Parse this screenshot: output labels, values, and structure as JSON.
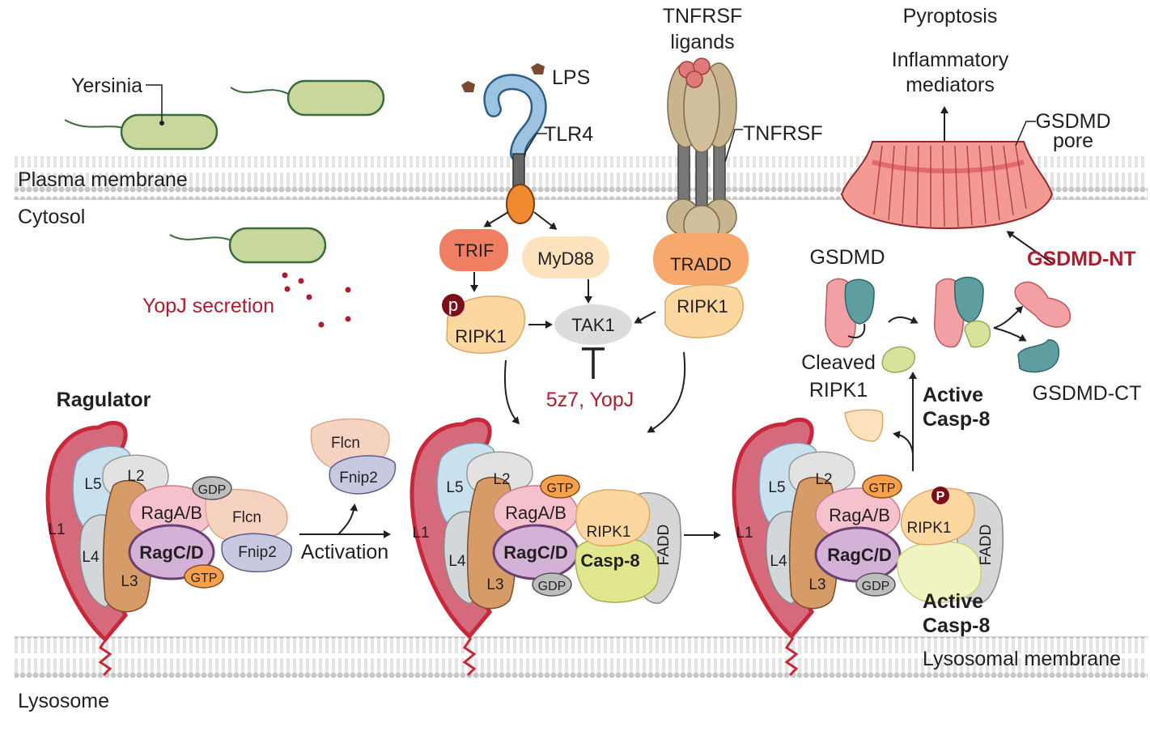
{
  "membranes": {
    "plasma_label": "Plasma membrane",
    "cytosol_label": "Cytosol",
    "lysosomal_label": "Lysosomal membrane",
    "lysosome_label": "Lysosome"
  },
  "bacteria": {
    "yersinia_label": "Yersinia",
    "yopj_secretion_label": "YopJ secretion"
  },
  "tlr": {
    "lps_label": "LPS",
    "tlr4_label": "TLR4",
    "trif_label": "TRIF",
    "myd88_label": "MyD88",
    "p_label": "p",
    "ripk1_label": "RIPK1",
    "tak1_label": "TAK1",
    "inhibitor_label": "5z7, YopJ"
  },
  "tnf": {
    "ligands_label_1": "TNFRSF",
    "ligands_label_2": "ligands",
    "receptor_label": "TNFRSF",
    "tradd_label": "TRADD",
    "ripk1_label": "RIPK1"
  },
  "pyroptosis": {
    "title": "Pyroptosis",
    "mediators_1": "Inflammatory",
    "mediators_2": "mediators",
    "pore_1": "GSDMD",
    "pore_2": "pore",
    "gsdmd_label": "GSDMD",
    "gsdmd_nt_label": "GSDMD-NT",
    "gsdmd_ct_label": "GSDMD-CT",
    "cleaved_1": "Cleaved",
    "cleaved_2": "RIPK1",
    "active_casp8_1": "Active",
    "active_casp8_2": "Casp-8"
  },
  "complexes": {
    "ragulator_label": "Ragulator",
    "activation_label": "Activation",
    "l1": "L1",
    "l2": "L2",
    "l3": "L3",
    "l4": "L4",
    "l5": "L5",
    "ragab": "RagA/B",
    "ragcd": "RagC/D",
    "gdp": "GDP",
    "gtp": "GTP",
    "flcn": "Flcn",
    "fnip2": "Fnip2",
    "ripk1": "RIPK1",
    "casp8": "Casp-8",
    "fadd": "FADD",
    "p": "P",
    "active_1": "Active",
    "active_2": "Casp-8"
  },
  "colors": {
    "membrane": "#c9c9c9",
    "bacteria": "#c8d89c",
    "ripk1": "#fcd7a0",
    "trif": "#f07e62",
    "tradd": "#f7a86d",
    "gsdmd_pink": "#f2a0a4",
    "gsdmd_teal": "#5e9ea0",
    "l1": "#d56a7d",
    "accent_red": "#b01c2e"
  }
}
